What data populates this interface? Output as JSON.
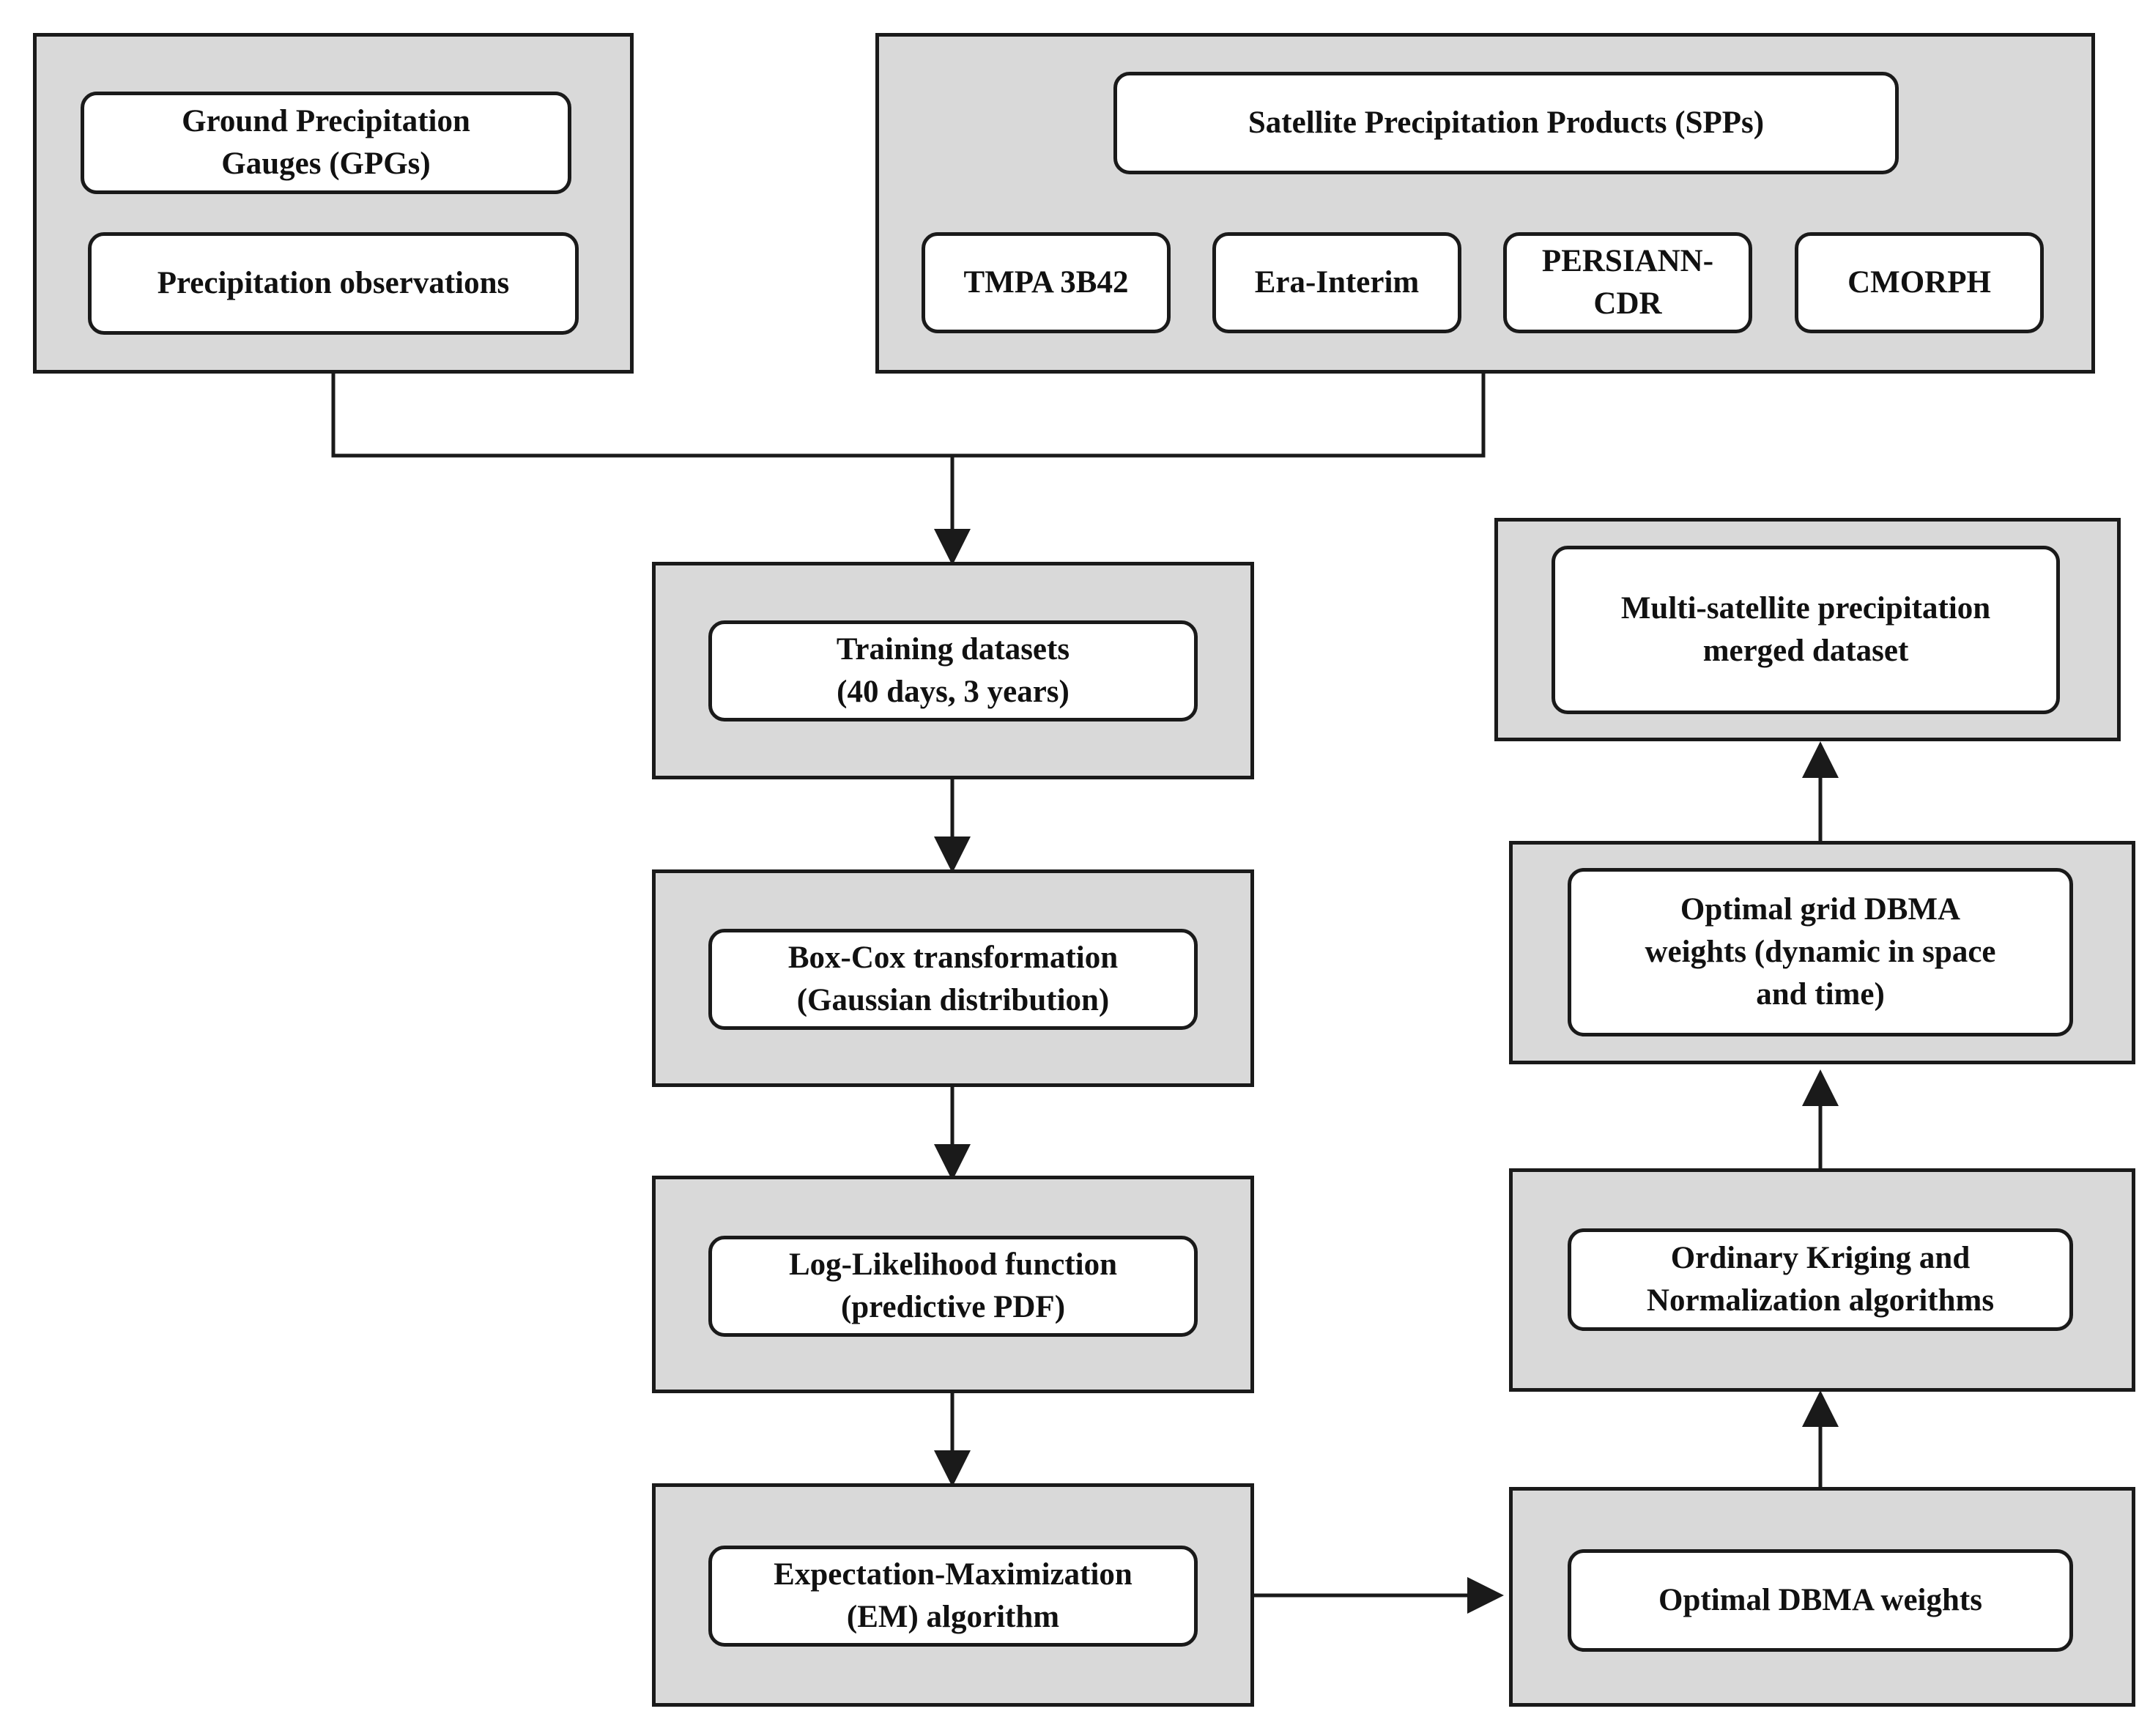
{
  "inputs": {
    "ground": {
      "title": "Ground Precipitation\nGauges (GPGs)",
      "sub": "Precipitation observations"
    },
    "satellite": {
      "title": "Satellite Precipitation Products (SPPs)",
      "products": [
        "TMPA 3B42",
        "Era-Interim",
        "PERSIANN-\nCDR",
        "CMORPH"
      ]
    }
  },
  "left_chain": [
    "Training datasets\n(40 days, 3 years)",
    "Box-Cox transformation\n(Gaussian distribution)",
    "Log-Likelihood function\n(predictive PDF)",
    "Expectation-Maximization\n(EM) algorithm"
  ],
  "right_chain": [
    "Optimal DBMA weights",
    "Ordinary Kriging and\nNormalization algorithms",
    "Optimal grid DBMA\nweights (dynamic in space\nand time)",
    "Multi-satellite precipitation\nmerged dataset"
  ],
  "colors": {
    "panel": "#d9d9d9",
    "stroke": "#1a1a1a",
    "box": "#ffffff"
  }
}
